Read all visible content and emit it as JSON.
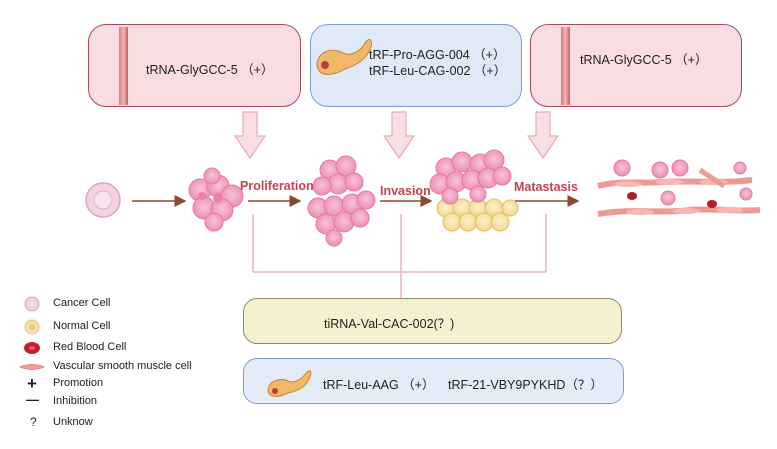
{
  "top_boxes": {
    "left": {
      "text": "tRNA-GlyGCC-5 （+）"
    },
    "center": {
      "line1": "tRF-Pro-AGG-004 （+）",
      "line2": "tRF-Leu-CAG-002 （+）"
    },
    "right": {
      "text": "tRNA-GlyGCC-5 （+）"
    }
  },
  "stages": {
    "proliferation": "Proliferation",
    "invasion": "Invasion",
    "metastasis": "Matastasis"
  },
  "bottom_boxes": {
    "yellow": {
      "text": "tiRNA-Val-CAC-002(？)"
    },
    "blue": {
      "text1": "tRF-Leu-AAG （+）",
      "text2": "tRF-21-VBY9PYKHD（？）"
    }
  },
  "legend": {
    "cancer_cell": "Cancer Cell",
    "normal_cell": "Normal Cell",
    "red_blood_cell": "Red Blood Cell",
    "smooth_muscle": "Vascular smooth muscle cell",
    "promotion_symbol": "+",
    "promotion": "Promotion",
    "inhibition_symbol": "—",
    "inhibition": "Inhibition",
    "unknown_symbol": "?",
    "unknown": "Unknow"
  },
  "colors": {
    "arrow_brown": "#8b4a2b",
    "connector_pink": "#e8b4bc",
    "down_arrow": "#f7c8d3",
    "cancer_pink": "#f3a0c0",
    "normal_yellow": "#f7e2a6"
  }
}
